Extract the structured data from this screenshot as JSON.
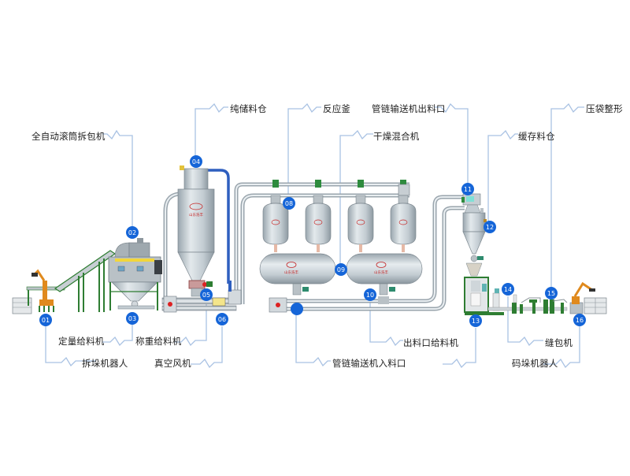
{
  "diagram": {
    "title": "",
    "accent_color": "#1565d8",
    "leader_line_color": "#a9c2e3",
    "equipment_color": "#c9d2d8",
    "frame_color": "#2e7d32",
    "robot_color": "#e08a1e",
    "brand_logo_text": "山东浩丰",
    "nodes": [
      {
        "id": "01",
        "label": "拆垛机器人"
      },
      {
        "id": "02",
        "label": "全自动滚筒拆包机"
      },
      {
        "id": "03",
        "label": "定量给料机"
      },
      {
        "id": "04",
        "label": "纯储料仓"
      },
      {
        "id": "05",
        "label": "称重给料机"
      },
      {
        "id": "06",
        "label": "真空风机"
      },
      {
        "id": "07",
        "label": "管链输送机入料口"
      },
      {
        "id": "08",
        "label": "反应釜"
      },
      {
        "id": "09",
        "label": "干燥混合机"
      },
      {
        "id": "10",
        "label": "出料口给料机"
      },
      {
        "id": "11",
        "label": "管链输送机出料口"
      },
      {
        "id": "12",
        "label": "缓存料仓"
      },
      {
        "id": "13",
        "label": ""
      },
      {
        "id": "14",
        "label": "缝包机"
      },
      {
        "id": "15",
        "label": "压袋整形"
      },
      {
        "id": "16",
        "label": "码垛机器人"
      }
    ],
    "badges": {
      "b01": "01",
      "b02": "02",
      "b03": "03",
      "b04": "04",
      "b05": "05",
      "b06": "06",
      "b07": "",
      "b08": "08",
      "b09": "09",
      "b10": "10",
      "b11": "11",
      "b12": "12",
      "b13": "13",
      "b14": "14",
      "b15": "15",
      "b16": "16"
    },
    "labels": {
      "l01": "拆垛机器人",
      "l02": "全自动滚筒拆包机",
      "l03": "定量给料机",
      "l04": "纯储料仓",
      "l05": "称重给料机",
      "l06": "真空风机",
      "l07": "管链输送机入料口",
      "l08": "反应釜",
      "l09": "干燥混合机",
      "l10": "出料口给料机",
      "l11": "管链输送机出料口",
      "l12": "缓存料仓",
      "l14": "缝包机",
      "l15": "压袋整形",
      "l16": "码垛机器人"
    }
  }
}
